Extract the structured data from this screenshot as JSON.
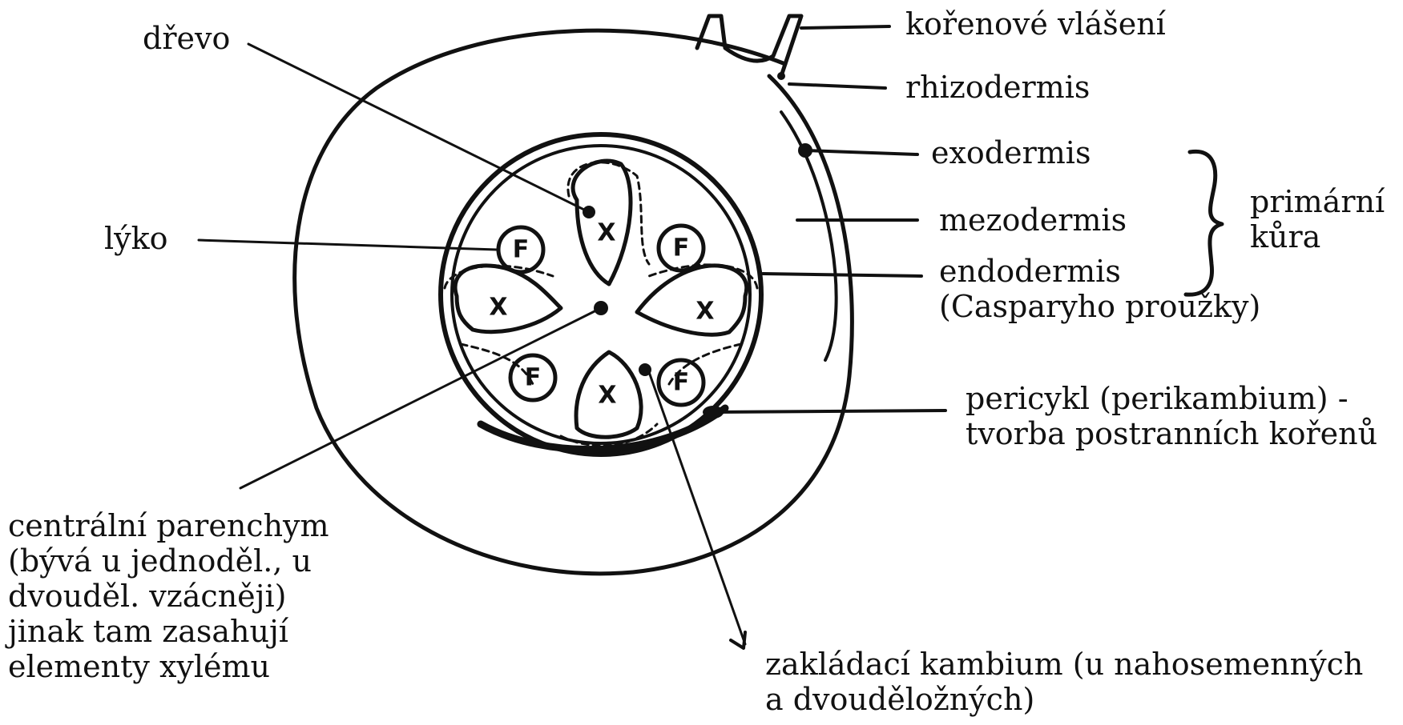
{
  "diagram": {
    "labels": {
      "korenove_vlaseni": "kořenové vlášení",
      "rhizodermis": "rhizodermis",
      "exodermis": "exodermis",
      "mezodermis": "mezodermis",
      "endodermis": "endodermis",
      "endodermis_note": "(Casparyho proužky)",
      "primarni_kura_1": "primární",
      "primarni_kura_2": "kůra",
      "drevo": "dřevo",
      "lyko": "lýko",
      "pericykl_1": "pericykl (perikambium) -",
      "pericykl_2": "tvorba postranních kořenů",
      "centralni_1": "centrální parenchym",
      "centralni_2": "(bývá u jednoděl., u",
      "centralni_3": "dvouděl. vzácněji)",
      "centralni_4": "jinak tam zasahují",
      "centralni_5": "elementy xylému",
      "zakladaci_1": "zakládací kambium (u nahosemenných",
      "zakladaci_2": "a dvouděložných)"
    },
    "cell_marks": {
      "xylem": "X",
      "phloem": "F"
    },
    "ink_color": "#111111"
  }
}
